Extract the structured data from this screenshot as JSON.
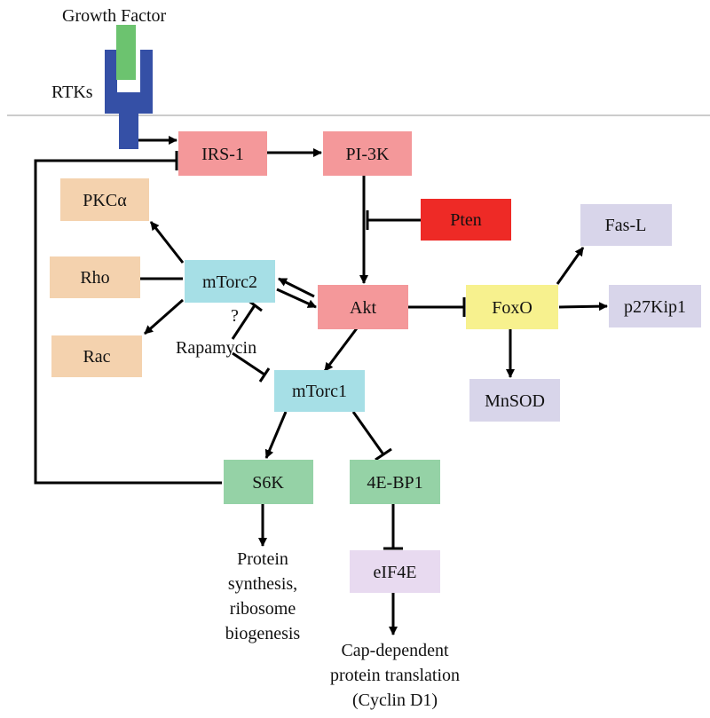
{
  "labels": {
    "growth_factor": "Growth Factor",
    "rtks": "RTKs",
    "rapamycin": "Rapamycin",
    "question_mark": "?",
    "output_s6k": [
      "Protein",
      "synthesis,",
      "ribosome",
      "biogenesis"
    ],
    "output_eif4e": [
      "Cap-dependent",
      "protein translation",
      "(Cyclin D1)"
    ]
  },
  "nodes": {
    "irs1": "IRS-1",
    "pi3k": "PI-3K",
    "pten": "Pten",
    "akt": "Akt",
    "mtorc2": "mTorc2",
    "mtorc1": "mTorc1",
    "pkca": "PKCα",
    "rho": "Rho",
    "rac": "Rac",
    "foxo": "FoxO",
    "fasl": "Fas-L",
    "p27kip1": "p27Kip1",
    "mnsod": "MnSOD",
    "s6k": "S6K",
    "4ebp1": "4E-BP1",
    "eif4e": "eIF4E"
  },
  "colors": {
    "pink": "#f4989a",
    "red": "#ee2a26",
    "cyan": "#a6dfe6",
    "peach": "#f4d2ae",
    "yellow": "#f7f18e",
    "lavender": "#d8d5ea",
    "green": "#95d2a6",
    "light_purple": "#e8daf0",
    "receptor_blue": "#3550a6",
    "ligand_green": "#6cc36f",
    "membrane": "#bbbbbb"
  }
}
